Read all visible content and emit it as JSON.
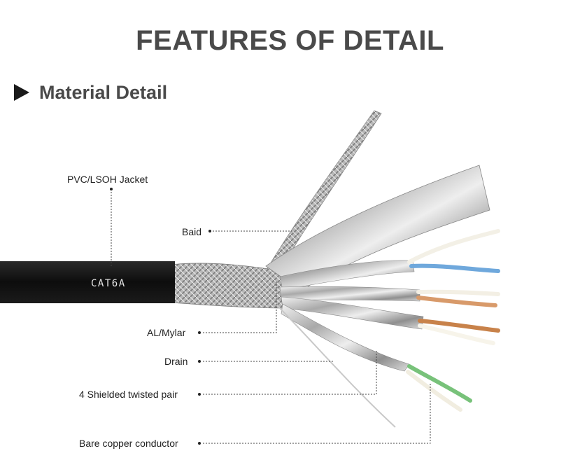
{
  "header": {
    "title": "FEATURES OF DETAIL"
  },
  "section": {
    "title": "Material Detail",
    "marker_icon": "play-triangle-icon"
  },
  "cable": {
    "print": "CAT6A",
    "jacket_color": "#111111",
    "wire_colors": [
      "#6fa8dc",
      "#f3f0e6",
      "#d89a6a",
      "#ffffff",
      "#c8824a",
      "#78c27a"
    ]
  },
  "labels": {
    "jacket": "PVC/LSOH Jacket",
    "braid": "Baid",
    "foil": "AL/Mylar",
    "drain": "Drain",
    "pairs": "4 Shielded twisted pair",
    "conductor": "Bare copper conductor"
  }
}
